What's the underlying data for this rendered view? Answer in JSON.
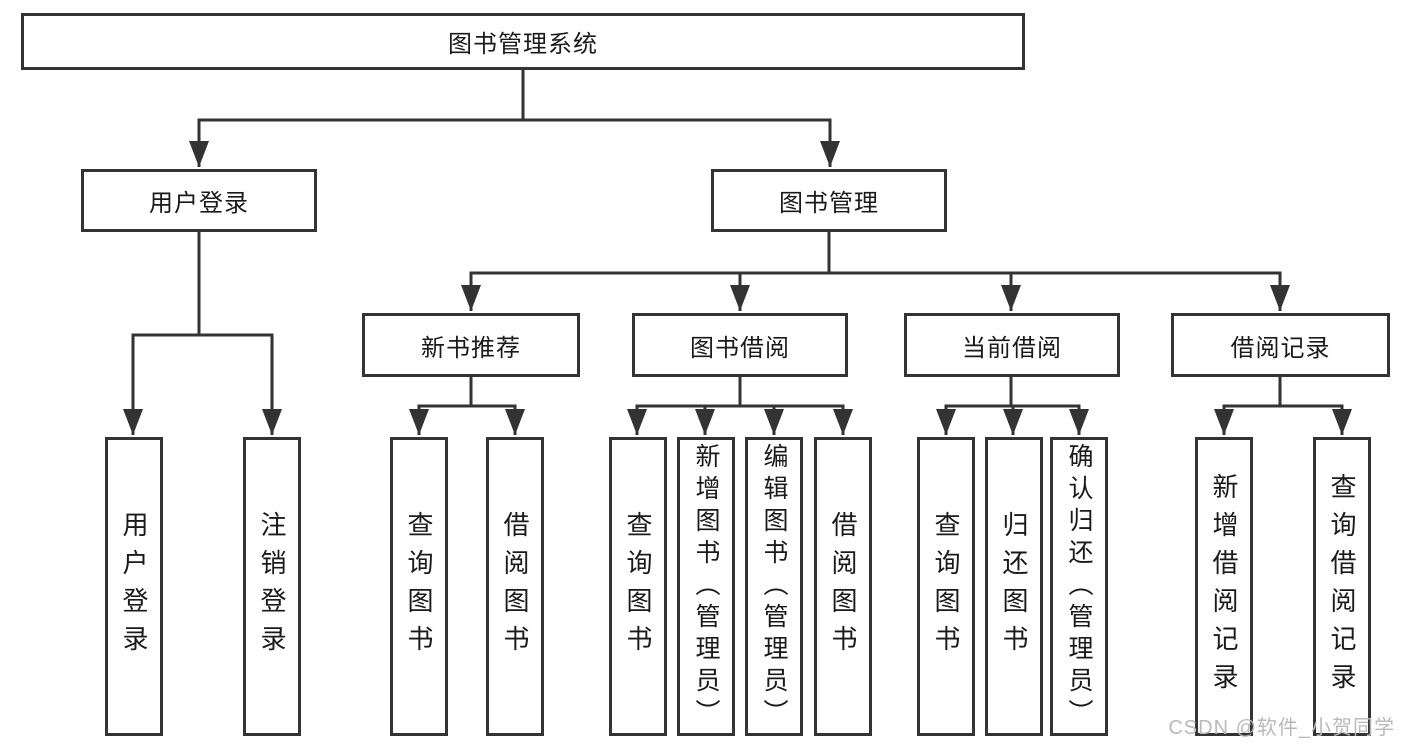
{
  "nodes": {
    "root": "图书管理系统",
    "userLogin": "用户登录",
    "bookMgmt": "图书管理",
    "newBookRec": "新书推荐",
    "bookBorrow": "图书借阅",
    "currentBorrow": "当前借阅",
    "borrowRecord": "借阅记录",
    "leafUserLogin": "用户登录",
    "leafLogout": "注销登录",
    "nbQuery": "查询图书",
    "nbBorrow": "借阅图书",
    "bbQuery": "查询图书",
    "bbAdd": "新增图书（管理员）",
    "bbEdit": "编辑图书（管理员）",
    "bbBorrow": "借阅图书",
    "cbQuery": "查询图书",
    "cbReturn": "归还图书",
    "cbConfirm": "确认归还（管理员）",
    "brAdd": "新增借阅记录",
    "brQuery": "查询借阅记录"
  },
  "watermark": "CSDN @软件_小贺同学",
  "colors": {
    "line": "#333333",
    "text": "#1a1a1a",
    "watermark": "#b9b9b9",
    "background": "#ffffff"
  }
}
